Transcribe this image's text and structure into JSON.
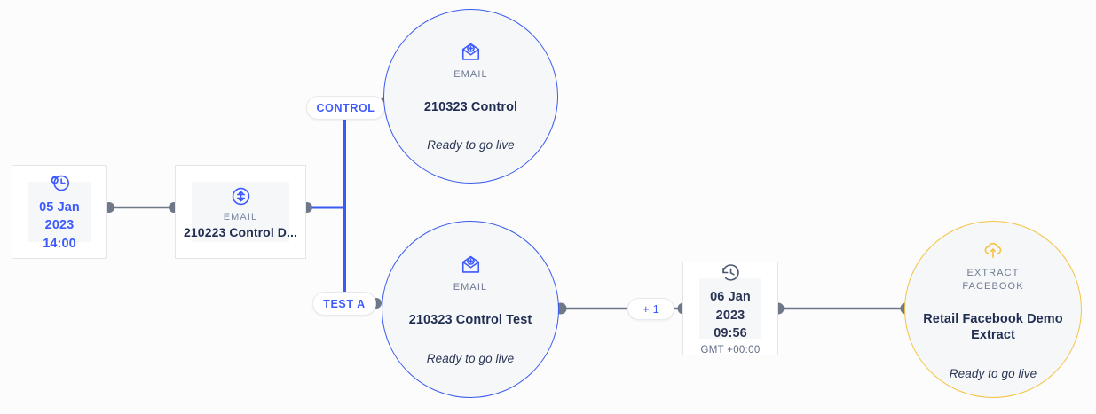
{
  "canvas": {
    "background": "#fcfcfd",
    "accent_blue": "#3d5afe",
    "accent_amber": "#f5c343",
    "connector_gray": "#6f7889"
  },
  "nodes": {
    "schedule": {
      "icon": "schedule-clock-icon",
      "date": "05 Jan 2023",
      "time": "14:00"
    },
    "split": {
      "icon": "ab-split-icon",
      "kind": "EMAIL",
      "title": "210223 Control D..."
    },
    "control_branch": {
      "label": "CONTROL",
      "icon": "email-add-icon",
      "kind": "EMAIL",
      "title": "210323 Control",
      "status": "Ready to go live"
    },
    "test_branch": {
      "label": "TEST A",
      "icon": "email-add-icon",
      "kind": "EMAIL",
      "title": "210323 Control Test",
      "status": "Ready to go live"
    },
    "wait_count": {
      "label": "+ 1"
    },
    "wait": {
      "icon": "history-clock-icon",
      "date": "06 Jan 2023",
      "time": "09:56",
      "timezone": "GMT +00:00"
    },
    "extract": {
      "icon": "cloud-upload-icon",
      "kind_line1": "EXTRACT",
      "kind_line2": "FACEBOOK",
      "title": "Retail Facebook Demo Extract",
      "status": "Ready to go live"
    }
  }
}
